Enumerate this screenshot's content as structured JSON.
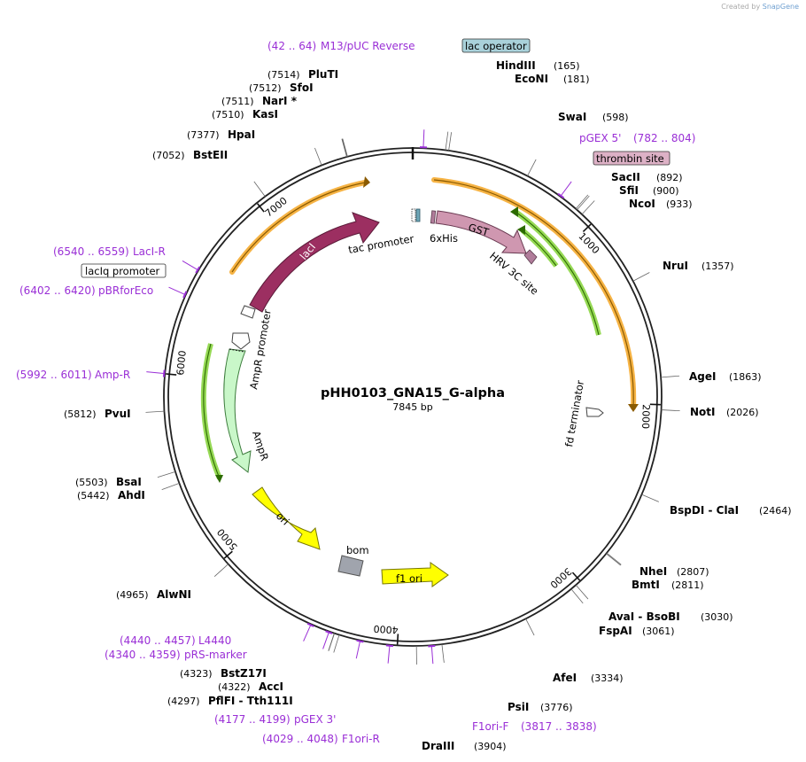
{
  "credit": {
    "prefix": "Created by",
    "brand": "SnapGene"
  },
  "plasmid": {
    "name": "pHH0103_GNA15_G-alpha",
    "length_label": "7845 bp",
    "length": 7845
  },
  "ticks": [
    {
      "pos": 1000,
      "label": "1000"
    },
    {
      "pos": 2000,
      "label": "2000"
    },
    {
      "pos": 3000,
      "label": "3000"
    },
    {
      "pos": 4000,
      "label": "4000"
    },
    {
      "pos": 5000,
      "label": "5000"
    },
    {
      "pos": 6000,
      "label": "6000"
    },
    {
      "pos": 7000,
      "label": "7000"
    }
  ],
  "enzymes": [
    {
      "name": "HindIII",
      "pos": "(165)",
      "site": 165
    },
    {
      "name": "EcoNI",
      "pos": "(181)",
      "site": 181
    },
    {
      "name": "SwaI",
      "pos": "(598)",
      "site": 598
    },
    {
      "name": "SacII",
      "pos": "(892)",
      "site": 892
    },
    {
      "name": "SfiI",
      "pos": "(900)",
      "site": 900
    },
    {
      "name": "NcoI",
      "pos": "(933)",
      "site": 933
    },
    {
      "name": "NruI",
      "pos": "(1357)",
      "site": 1357
    },
    {
      "name": "AgeI",
      "pos": "(1863)",
      "site": 1863
    },
    {
      "name": "NotI",
      "pos": "(2026)",
      "site": 2026
    },
    {
      "name": "BspDI - ClaI",
      "pos": "(2464)",
      "site": 2464
    },
    {
      "name": "NheI",
      "pos": "(2807)",
      "site": 2807
    },
    {
      "name": "BmtI",
      "pos": "(2811)",
      "site": 2811
    },
    {
      "name": "AvaI - BsoBI",
      "pos": "(3030)",
      "site": 3030
    },
    {
      "name": "FspAI",
      "pos": "(3061)",
      "site": 3061
    },
    {
      "name": "AfeI",
      "pos": "(3334)",
      "site": 3334
    },
    {
      "name": "PsiI",
      "pos": "(3776)",
      "site": 3776
    },
    {
      "name": "DraIII",
      "pos": "(3904)",
      "site": 3904
    },
    {
      "name": "BstZ17I",
      "pos": "(4323)",
      "site": 4323
    },
    {
      "name": "AccI",
      "pos": "(4322)",
      "site": 4322
    },
    {
      "name": "PflFI - Tth111I",
      "pos": "(4297)",
      "site": 4297
    },
    {
      "name": "AlwNI",
      "pos": "(4965)",
      "site": 4965
    },
    {
      "name": "BsaI",
      "pos": "(5503)",
      "site": 5503
    },
    {
      "name": "AhdI",
      "pos": "(5442)",
      "site": 5442
    },
    {
      "name": "PvuI",
      "pos": "(5812)",
      "site": 5812
    },
    {
      "name": "BstEII",
      "pos": "(7052)",
      "site": 7052
    },
    {
      "name": "HpaI",
      "pos": "(7377)",
      "site": 7377
    },
    {
      "name": "KasI",
      "pos": "(7510)",
      "site": 7510
    },
    {
      "name": "NarI *",
      "pos": "(7511)",
      "site": 7511
    },
    {
      "name": "SfoI",
      "pos": "(7512)",
      "site": 7512
    },
    {
      "name": "PluTI",
      "pos": "(7514)",
      "site": 7514
    }
  ],
  "primers": [
    {
      "range": "(42 .. 64)",
      "name": "M13/pUC Reverse",
      "site": 53
    },
    {
      "range": "(782 .. 804)",
      "name": "pGEX 5'",
      "site": 793
    },
    {
      "range": "(3817 .. 3838)",
      "name": "F1ori-F",
      "site": 3828
    },
    {
      "range": "(4029 .. 4048)",
      "name": "F1ori-R",
      "site": 4038
    },
    {
      "range": "(4177 .. 4199)",
      "name": "pGEX 3'",
      "site": 4188
    },
    {
      "range": "(4340 .. 4359)",
      "name": "pRS-marker",
      "site": 4350
    },
    {
      "range": "(4440 .. 4457)",
      "name": "L4440",
      "site": 4448
    },
    {
      "range": "(5992 .. 6011)",
      "name": "Amp-R",
      "site": 6001
    },
    {
      "range": "(6402 .. 6420)",
      "name": "pBRforEco",
      "site": 6411
    },
    {
      "range": "(6540 .. 6559)",
      "name": "LacI-R",
      "site": 6550
    }
  ],
  "boxed_labels": [
    {
      "text": "lac operator",
      "color": "#a9d1da"
    },
    {
      "text": "thrombin site",
      "color": "#ddb1c6"
    },
    {
      "text": "lacIq promoter",
      "color": "#ffffff"
    }
  ],
  "features": [
    {
      "name": "lacI",
      "color": "#9c2f61"
    },
    {
      "name": "tac promoter",
      "color": "#ffffff"
    },
    {
      "name": "6xHis",
      "color": "#b07c9a"
    },
    {
      "name": "GST",
      "color": "#cf97b0"
    },
    {
      "name": "HRV 3C site",
      "color": "#b07c9a"
    },
    {
      "name": "AmpR promoter",
      "color": "#ffffff"
    },
    {
      "name": "AmpR",
      "color": "#c9f7c9"
    },
    {
      "name": "ori",
      "color": "#ffff00"
    },
    {
      "name": "bom",
      "color": "#a0a4ad"
    },
    {
      "name": "f1 ori",
      "color": "#ffff00"
    },
    {
      "name": "fd terminator",
      "color": "#ffffff"
    }
  ],
  "arcs": [
    {
      "name": "orange-arc-1",
      "color": "#f5a623"
    },
    {
      "name": "orange-arc-2",
      "color": "#f5a623"
    },
    {
      "name": "green-arc-1",
      "color": "#7ccf2a"
    },
    {
      "name": "green-arc-2",
      "color": "#7ccf2a"
    },
    {
      "name": "green-arc-3",
      "color": "#7ccf2a"
    }
  ]
}
